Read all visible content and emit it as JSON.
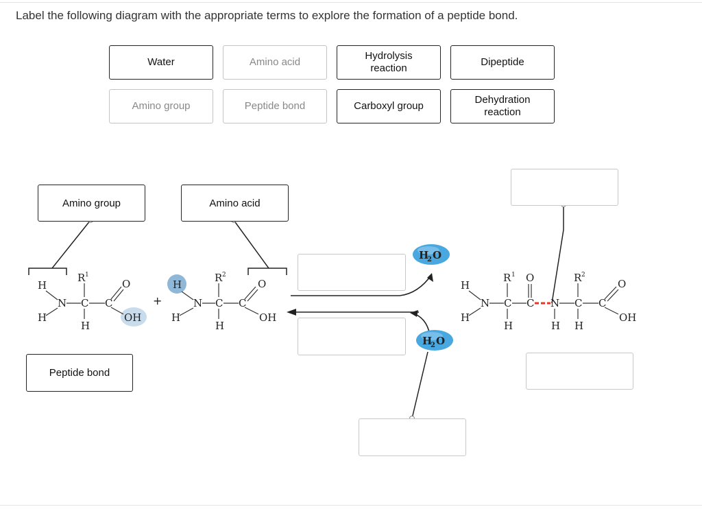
{
  "instruction": "Label the following diagram with the appropriate terms to explore the formation of a peptide bond.",
  "label_bank": [
    {
      "text": "Water",
      "used": false
    },
    {
      "text": "Amino acid",
      "used": true
    },
    {
      "text": "Hydrolysis\nreaction",
      "used": false
    },
    {
      "text": "Dipeptide",
      "used": false
    },
    {
      "text": "Amino group",
      "used": true
    },
    {
      "text": "Peptide bond",
      "used": true
    },
    {
      "text": "Carboxyl group",
      "used": false
    },
    {
      "text": "Dehydration\nreaction",
      "used": false
    }
  ],
  "targets": {
    "left_amino": "Amino group",
    "amino_acid": "Amino acid",
    "peptide_bond": "Peptide bond",
    "top_right": "",
    "forward_arrow": "",
    "reverse_arrow": "",
    "bottom_right": "",
    "bottom_water": ""
  },
  "chem": {
    "h": "H",
    "n": "N",
    "c": "C",
    "o": "O",
    "oh": "OH",
    "r1": "R",
    "r2": "R",
    "sup1": "1",
    "sup2": "2",
    "plus": "+",
    "water_h": "H",
    "water_sub": "2",
    "water_o": "O"
  },
  "colors": {
    "water_bubble": "#4aa8e0",
    "h_bubble": "#8fb8d8",
    "oh_bubble": "#c9dcec",
    "peptide_bond_highlight": "#e8352b"
  }
}
